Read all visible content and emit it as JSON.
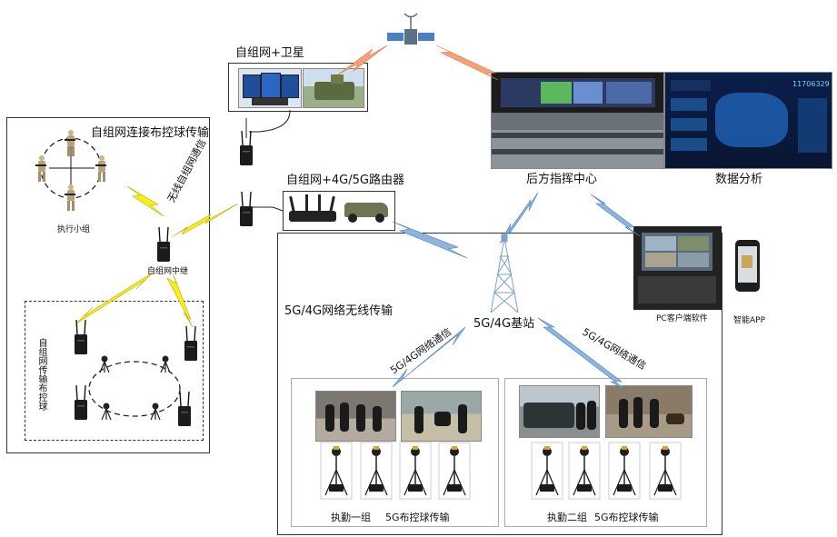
{
  "labels": {
    "ad_hoc_satellite": "自组网+卫星",
    "ad_hoc_deploy": "自组网连接布控球传输",
    "wireless_ad_hoc": "无线自组网通信",
    "exec_team": "执行小组",
    "relay": "自组网中继",
    "ad_hoc_router": "自组网+4G/5G路由器",
    "command_center": "后方指挥中心",
    "data_analysis": "数据分析",
    "network_5g": "5G/4G网络无线传输",
    "base_station": "5G/4G基站",
    "net_comm_1": "5G/4G网络通信",
    "net_comm_2": "5G/4G网络通信",
    "pc_client": "PC客户端软件",
    "smart_app": "智能APP",
    "ad_hoc_deploy_vertical": "自组网传输布控球",
    "team1_a": "执勤一组",
    "team1_b": "5G布控球传输",
    "team2_a": "执勤二组",
    "team2_b": "5G布控球传输"
  },
  "dashboard": {
    "counter": "11706329"
  },
  "colors": {
    "lightning_yellow": "#f5ef1c",
    "lightning_orange": "#f4a27a",
    "lightning_blue": "#8fb5dc",
    "satellite_blue": "#4a7fc1"
  },
  "icons": [
    "satellite-icon",
    "radio-device-icon",
    "router-icon",
    "vehicle-icon",
    "tower-icon",
    "tripod-camera-icon",
    "laptop-icon",
    "phone-icon",
    "soldier-icon"
  ]
}
